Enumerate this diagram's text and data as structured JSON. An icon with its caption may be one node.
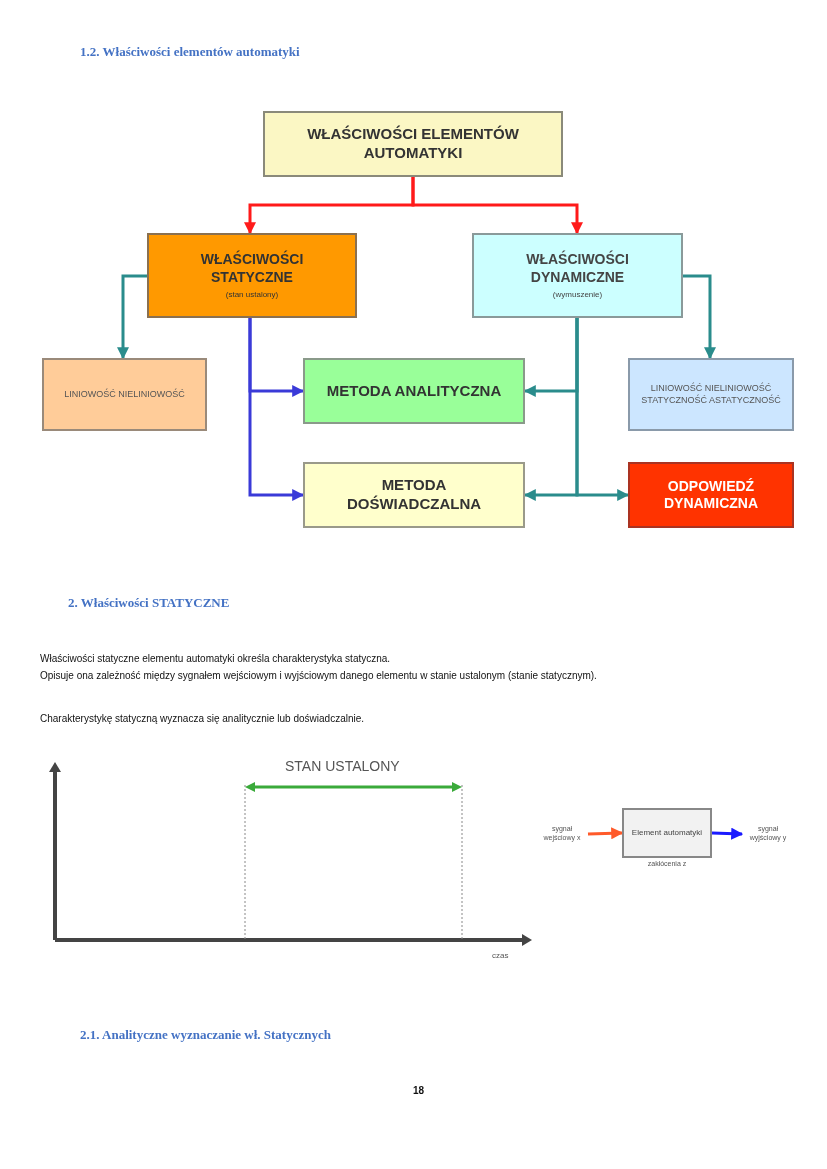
{
  "diagram": {
    "title": "1.2. Właściwości elementów automatyki",
    "nodes": [
      {
        "text": [
          "WŁAŚCIWOŚCI ELEMENTÓW AUTOMATYKI"
        ]
      },
      {
        "text": [
          "WŁAŚCIWOŚCI STATYCZNE",
          "(stan ustalony)"
        ]
      },
      {
        "text": [
          "WŁAŚCIWOŚCI DYNAMICZNE",
          "(wymuszenie)"
        ]
      },
      {
        "text": [
          "LINIOWOŚĆ NIELINIOWOŚĆ"
        ]
      },
      {
        "text": [
          "METODA ANALITYCZNA"
        ]
      },
      {
        "text": [
          "LINIOWOŚĆ NIELINIOWOŚĆ STATYCZNOŚĆ ASTATYCZNOŚĆ"
        ]
      },
      {
        "text": [
          "METODA DOŚWIADCZALNA"
        ]
      },
      {
        "text": [
          "ODPOWIEDŹ DYNAMICZNA"
        ]
      },
      {
        "text": [
          "sygnał wejściowy x"
        ]
      },
      {
        "text": [
          "Element automatyki"
        ],
        "beside": [
          "zakłócenia z"
        ]
      },
      {
        "text": [
          "sygnał wyjściowy y"
        ]
      }
    ],
    "edges": [
      {
        "from": 0,
        "to": 1,
        "arrow": "to",
        "color": "#ff1a1a"
      },
      {
        "from": 0,
        "to": 2,
        "arrow": "to",
        "color": "#ff1a1a"
      },
      {
        "from": 1,
        "to": 3,
        "arrow": "to"
      },
      {
        "from": 2,
        "to": 5,
        "arrow": "to"
      },
      {
        "from": 1,
        "to": 4,
        "arrow": "to",
        "color": "#3a3ad8"
      },
      {
        "from": 1,
        "to": 6,
        "arrow": "to",
        "color": "#3a3ad8"
      },
      {
        "from": 2,
        "to": 4,
        "arrow": "to"
      },
      {
        "from": 2,
        "to": 6,
        "arrow": "to"
      },
      {
        "from": 2,
        "to": 7,
        "arrow": "to"
      },
      {
        "from": 8,
        "to": 9,
        "arrow": "to",
        "color": "#ff5a2a"
      },
      {
        "from": 9,
        "to": 10,
        "arrow": "to",
        "color": "#1a1aff"
      }
    ],
    "labels": [
      "2. Właściwości STATYCZNE",
      "Właściwości statyczne elementu automatyki określa charakterystyka statyczna.",
      "Opisuje ona zależność między sygnałem wejściowym i wyjściowym danego elementu w stanie ustalonym (stanie statycznym).",
      "Charakterystykę statyczną wyznacza się analitycznie lub doświadczalnie.",
      "STAN USTALONY",
      "czas",
      "2.1. Analityczne wyznaczanie wł. Statycznych",
      "18"
    ]
  }
}
